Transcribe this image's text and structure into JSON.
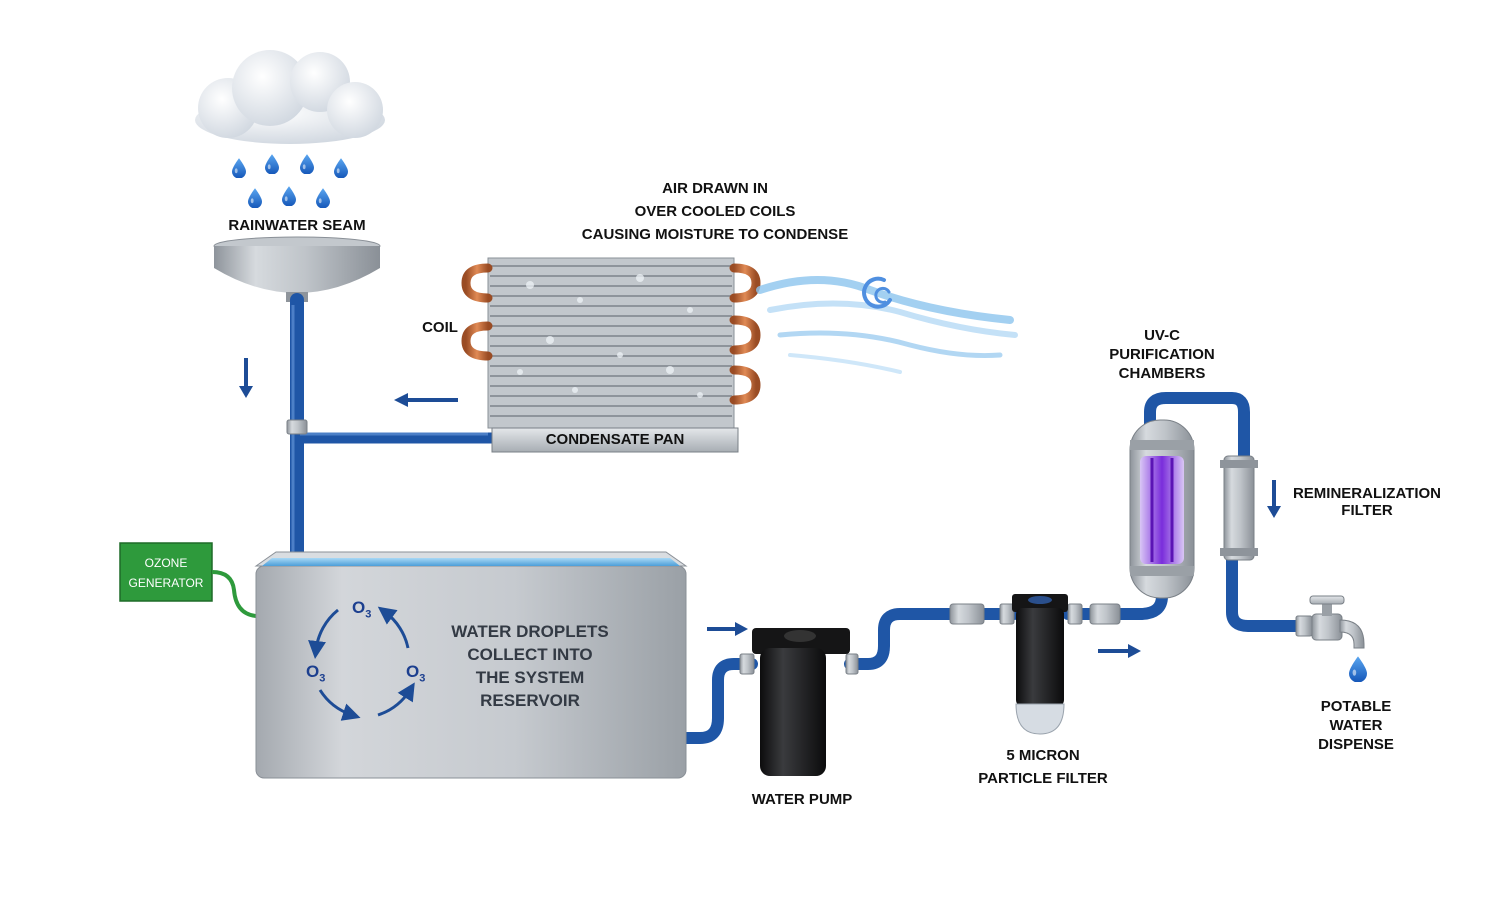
{
  "labels": {
    "rainwater_seam": "RAINWATER SEAM",
    "air_drawn": [
      "AIR DRAWN IN",
      "OVER COOLED COILS",
      "CAUSING MOISTURE TO CONDENSE"
    ],
    "coil": "COIL",
    "condensate_pan": "CONDENSATE PAN",
    "ozone_generator": [
      "OZONE",
      "GENERATOR"
    ],
    "reservoir": [
      "WATER DROPLETS",
      "COLLECT INTO",
      "THE SYSTEM",
      "RESERVOIR"
    ],
    "ozone_symbol": "O",
    "ozone_subscript": "3",
    "water_pump": "WATER PUMP",
    "particle_filter": [
      "5 MICRON",
      "PARTICLE FILTER"
    ],
    "uvc": [
      "UV-C",
      "PURIFICATION",
      "CHAMBERS"
    ],
    "remineralization": [
      "REMINERALIZATION",
      "FILTER"
    ],
    "potable": [
      "POTABLE",
      "WATER",
      "DISPENSE"
    ]
  },
  "colors": {
    "pipe": "#1f56a6",
    "arrow": "#1d4c96",
    "droplet": "#1e6fd0",
    "ozone_box": "#2e9a3c",
    "uv_glow": "#8a3bdc",
    "copper": "#c56a3a",
    "steel": "#b9bec4"
  },
  "icons": [
    "cloud-icon",
    "raindrop-icon",
    "funnel-icon",
    "coil-icon",
    "airflow-icon",
    "reservoir-icon",
    "pump-icon",
    "filter-icon",
    "uv-chamber-icon",
    "faucet-icon",
    "flow-arrow-icon"
  ]
}
